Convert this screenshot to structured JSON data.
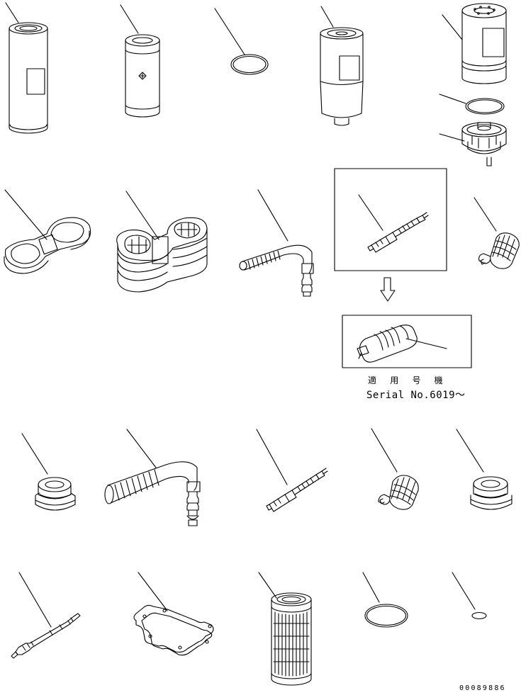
{
  "notes": {
    "applicable_label": "適 用 号 機",
    "serial_label": "Serial No.6019～"
  },
  "drawing_number": "00089886",
  "parts": [
    {
      "name": "fuel-filter-cartridge",
      "icon": "cylinder-filter-icon"
    },
    {
      "name": "element-cartridge",
      "icon": "cylinder-element-icon"
    },
    {
      "name": "o-ring-small",
      "icon": "o-ring-icon"
    },
    {
      "name": "water-separator-cartridge",
      "icon": "filter-with-drain-icon"
    },
    {
      "name": "separator-cartridge",
      "icon": "filter-cartridge-icon"
    },
    {
      "name": "separator-o-ring",
      "icon": "o-ring-icon"
    },
    {
      "name": "separator-bowl",
      "icon": "bowl-icon"
    },
    {
      "name": "filter-wrench-single",
      "icon": "wrench-icon"
    },
    {
      "name": "filter-wrench-stacked",
      "icon": "wrench-icon"
    },
    {
      "name": "drain-hose-elbow",
      "icon": "hose-elbow-icon"
    },
    {
      "name": "sensor-plug",
      "icon": "sensor-icon"
    },
    {
      "name": "drain-valve",
      "icon": "valve-icon"
    },
    {
      "name": "sensor-plug-new",
      "icon": "sensor-icon"
    },
    {
      "name": "grommet-left",
      "icon": "grommet-icon"
    },
    {
      "name": "drain-hose-elbow-2",
      "icon": "hose-elbow-icon"
    },
    {
      "name": "sensor-plug-2",
      "icon": "sensor-icon"
    },
    {
      "name": "drain-valve-2",
      "icon": "valve-icon"
    },
    {
      "name": "grommet-right",
      "icon": "grommet-icon"
    },
    {
      "name": "dipstick-rod",
      "icon": "rod-icon"
    },
    {
      "name": "gasket",
      "icon": "gasket-icon"
    },
    {
      "name": "pleated-element",
      "icon": "pleated-filter-icon"
    },
    {
      "name": "o-ring-large",
      "icon": "o-ring-icon"
    },
    {
      "name": "o-ring-tiny",
      "icon": "o-ring-icon"
    }
  ]
}
